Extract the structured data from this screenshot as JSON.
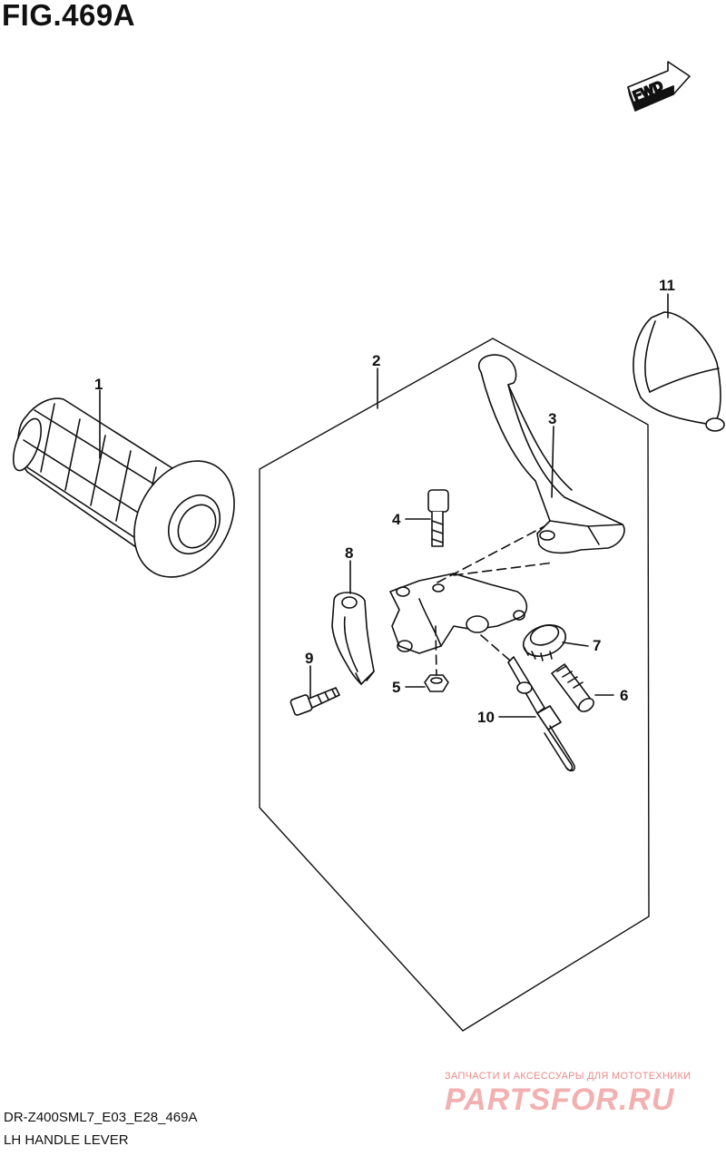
{
  "figure": {
    "title": "FIG.469A",
    "model_code": "DR-Z400SML7_E03_E28_469A",
    "subtitle": "LH HANDLE LEVER"
  },
  "direction_indicator": {
    "label": "FWD"
  },
  "callouts": {
    "c1": "1",
    "c2": "2",
    "c3": "3",
    "c4": "4",
    "c5": "5",
    "c6": "6",
    "c7": "7",
    "c8": "8",
    "c9": "9",
    "c10": "10",
    "c11": "11"
  },
  "watermark": {
    "tagline": "ЗАПЧАСТИ И АКСЕССУАРЫ ДЛЯ МОТОТЕХНИКИ",
    "brand": "PARTSFOR.RU"
  }
}
